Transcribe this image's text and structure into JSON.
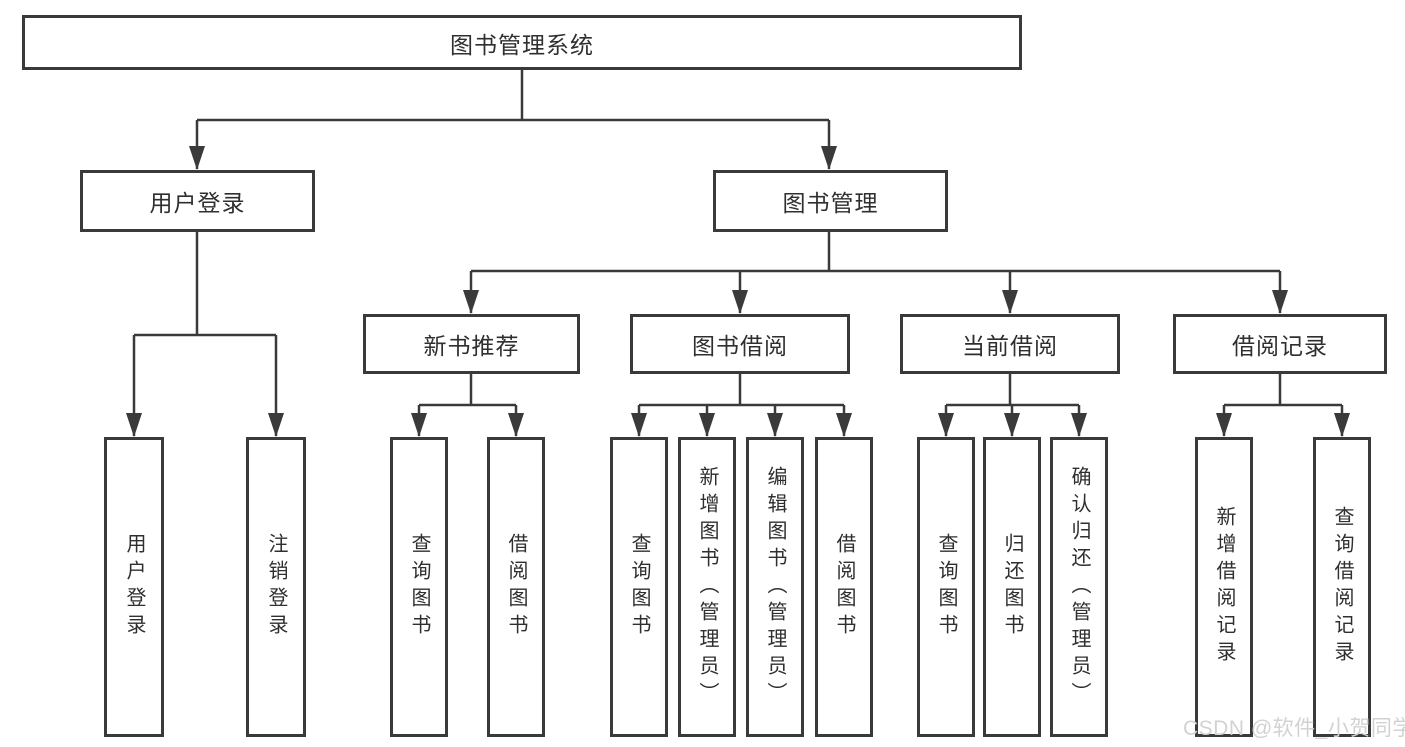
{
  "root": {
    "label": "图书管理系统"
  },
  "level2": {
    "user_login": {
      "label": "用户登录"
    },
    "book_mgmt": {
      "label": "图书管理"
    }
  },
  "level3": {
    "new_books": {
      "label": "新书推荐"
    },
    "borrowing": {
      "label": "图书借阅"
    },
    "current": {
      "label": "当前借阅"
    },
    "records": {
      "label": "借阅记录"
    }
  },
  "leaves": {
    "user_login_children": [
      {
        "label": "用户登录"
      },
      {
        "label": "注销登录"
      }
    ],
    "new_books_children": [
      {
        "label": "查询图书"
      },
      {
        "label": "借阅图书"
      }
    ],
    "borrowing_children": [
      {
        "label": "查询图书"
      },
      {
        "label": "新增图书（管理员）"
      },
      {
        "label": "编辑图书（管理员）"
      },
      {
        "label": "借阅图书"
      }
    ],
    "current_children": [
      {
        "label": "查询图书"
      },
      {
        "label": "归还图书"
      },
      {
        "label": "确认归还（管理员）"
      }
    ],
    "records_children": [
      {
        "label": "新增借阅记录"
      },
      {
        "label": "查询借阅记录"
      }
    ]
  },
  "watermark": {
    "text": "CSDN @软件_小贺同学"
  },
  "colors": {
    "background": "#ffffff",
    "line": "#3a3a3a",
    "box_border": "#3a3a3a",
    "text": "#2f2f2f",
    "watermark": "#d2d2d2"
  }
}
